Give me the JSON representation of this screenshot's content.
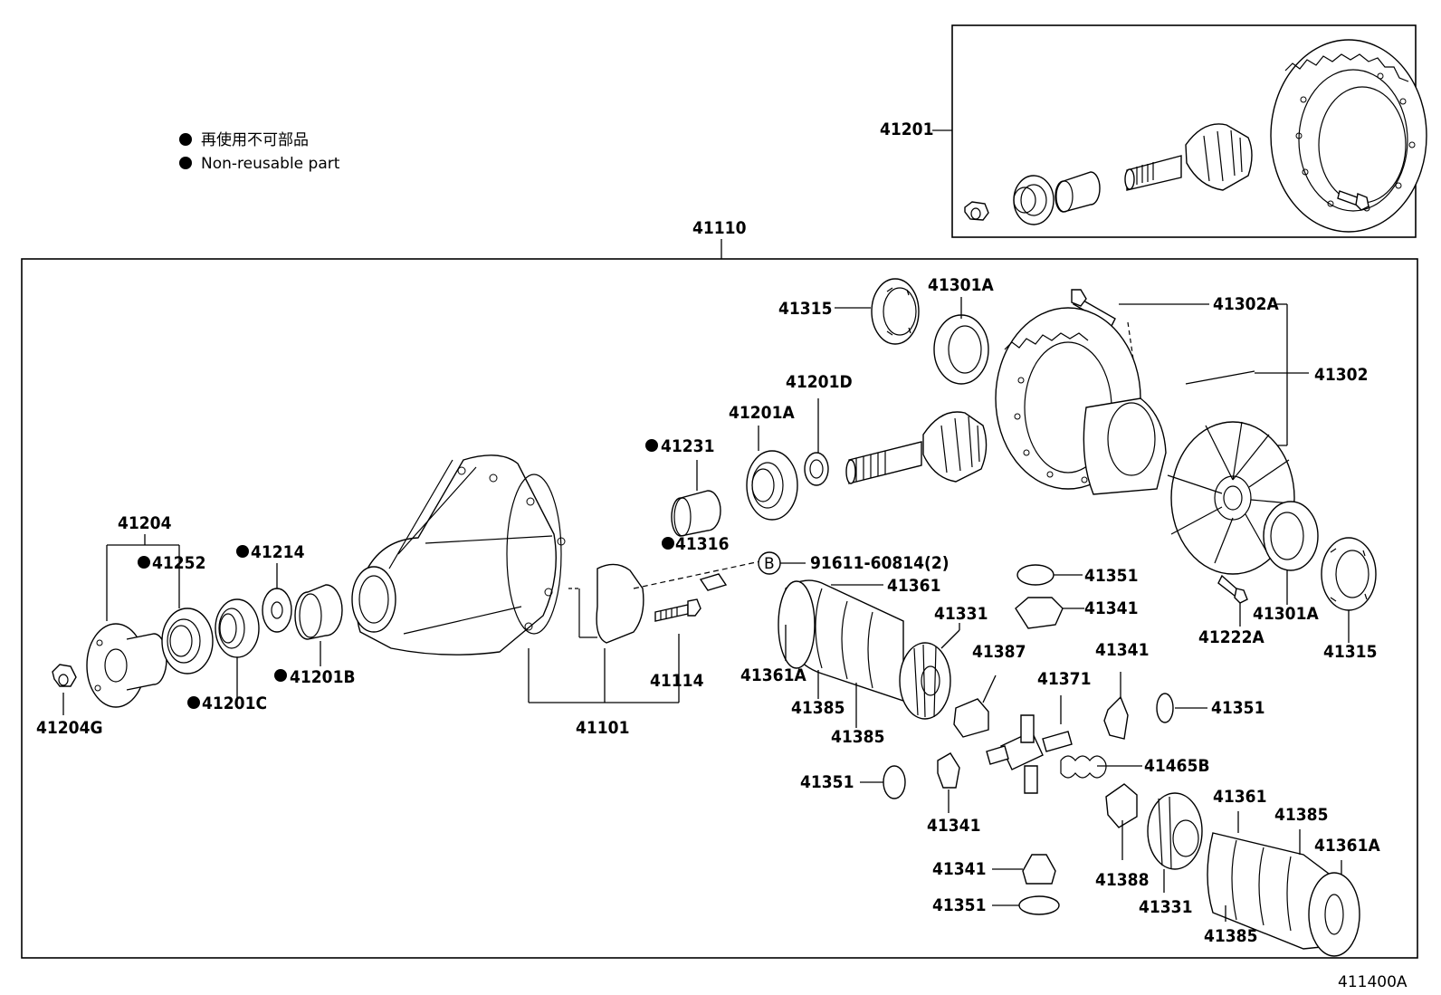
{
  "legend": {
    "symbol_note_jp": "再使用不可部品",
    "symbol_note_en": "Non-reusable part"
  },
  "diagram_code": "411400A",
  "callouts": {
    "c41110": "41110",
    "c41201": "41201",
    "c41315_top": "41315",
    "c41301A_top": "41301A",
    "c41302A": "41302A",
    "c41302": "41302",
    "c41201D": "41201D",
    "c41201A": "41201A",
    "c41231": "41231",
    "c41316": "41316",
    "c91611": "91611-60814(2)",
    "c41361_mid": "41361",
    "c41351_a": "41351",
    "c41341_a": "41341",
    "c41331_mid": "41331",
    "c41361A_mid": "41361A",
    "c41385_a": "41385",
    "c41385_b": "41385",
    "c41387": "41387",
    "c41371": "41371",
    "c41341_b": "41341",
    "c41351_b": "41351",
    "c41465B": "41465B",
    "c41351_c": "41351",
    "c41341_c": "41341",
    "c41341_d": "41341",
    "c41351_d": "41351",
    "c41388": "41388",
    "c41331_low": "41331",
    "c41361_low": "41361",
    "c41385_c": "41385",
    "c41361A_low": "41361A",
    "c41385_d": "41385",
    "c41222A": "41222A",
    "c41301A_right": "41301A",
    "c41315_right": "41315",
    "c41204": "41204",
    "c41252": "41252",
    "c41214": "41214",
    "c41201B": "41201B",
    "c41201C": "41201C",
    "c41204G": "41204G",
    "c41101": "41101",
    "c41114": "41114",
    "circle_b": "B"
  }
}
